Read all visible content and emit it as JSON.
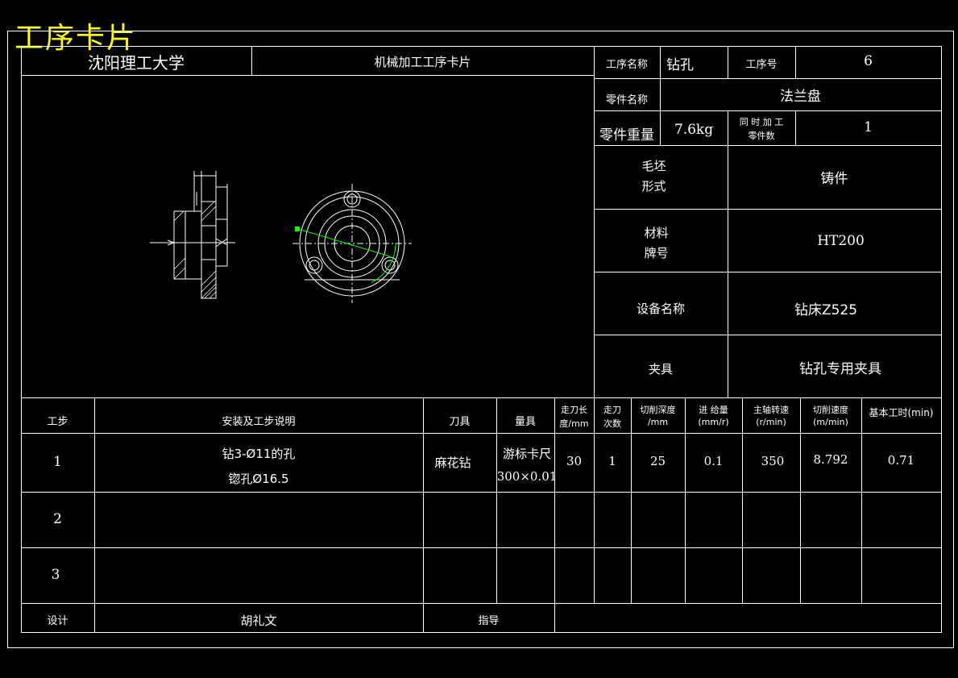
{
  "card_title": "工序卡片",
  "header": {
    "school": "沈阳理工大学",
    "card_type": "机械加工工序卡片",
    "op_name_label": "工序名称",
    "op_name": "钻孔",
    "op_no_label": "工序号",
    "op_no": "6",
    "part_name_label": "零件名称",
    "part_name": "法兰盘",
    "part_weight_label": "零件重量",
    "part_weight": "7.6kg",
    "same_time_label_1": "同 时 加 工",
    "same_time_label_2": "零件数",
    "same_time": "1"
  },
  "info": {
    "blank_label_1": "毛坯",
    "blank_label_2": "形式",
    "blank": "铸件",
    "material_label_1": "材料",
    "material_label_2": "牌号",
    "material": "HT200",
    "equipment_label": "设备名称",
    "equipment": "钻床Z525",
    "fixture_label": "夹具",
    "fixture": "钻孔专用夹具"
  },
  "table": {
    "headers": {
      "step": "工步",
      "desc": "安装及工步说明",
      "tool": "刀具",
      "gauge": "量具",
      "feed_len_1": "走刀长",
      "feed_len_2": "度/mm",
      "passes_1": "走刀",
      "passes_2": "次数",
      "depth_1": "切削深度",
      "depth_2": "/mm",
      "feed_1": "进 给量",
      "feed_2": "(mm/r)",
      "speed_1": "主轴转速",
      "speed_2": "(r/min)",
      "cut_speed_1": "切削速度",
      "cut_speed_2": "(m/min)",
      "time": "基本工时(min)"
    },
    "rows": [
      {
        "step": "1",
        "desc_1": "钻3-Ø11的孔",
        "desc_2": "锪孔Ø16.5",
        "tool": "麻花钻",
        "gauge_1": "游标卡尺",
        "gauge_2": "300×0.01",
        "feed_len": "30",
        "passes": "1",
        "depth": "25",
        "feed": "0.1",
        "speed": "350",
        "cut_speed": "8.792",
        "time": "0.71"
      },
      {
        "step": "2"
      },
      {
        "step": "3"
      }
    ]
  },
  "footer": {
    "design_label": "设计",
    "designer": "胡礼文",
    "guide_label": "指导",
    "guide": ""
  },
  "colors": {
    "background": "#000000",
    "lines": "#ffffff",
    "title": "#ffff00",
    "highlight": "#00ff00"
  }
}
